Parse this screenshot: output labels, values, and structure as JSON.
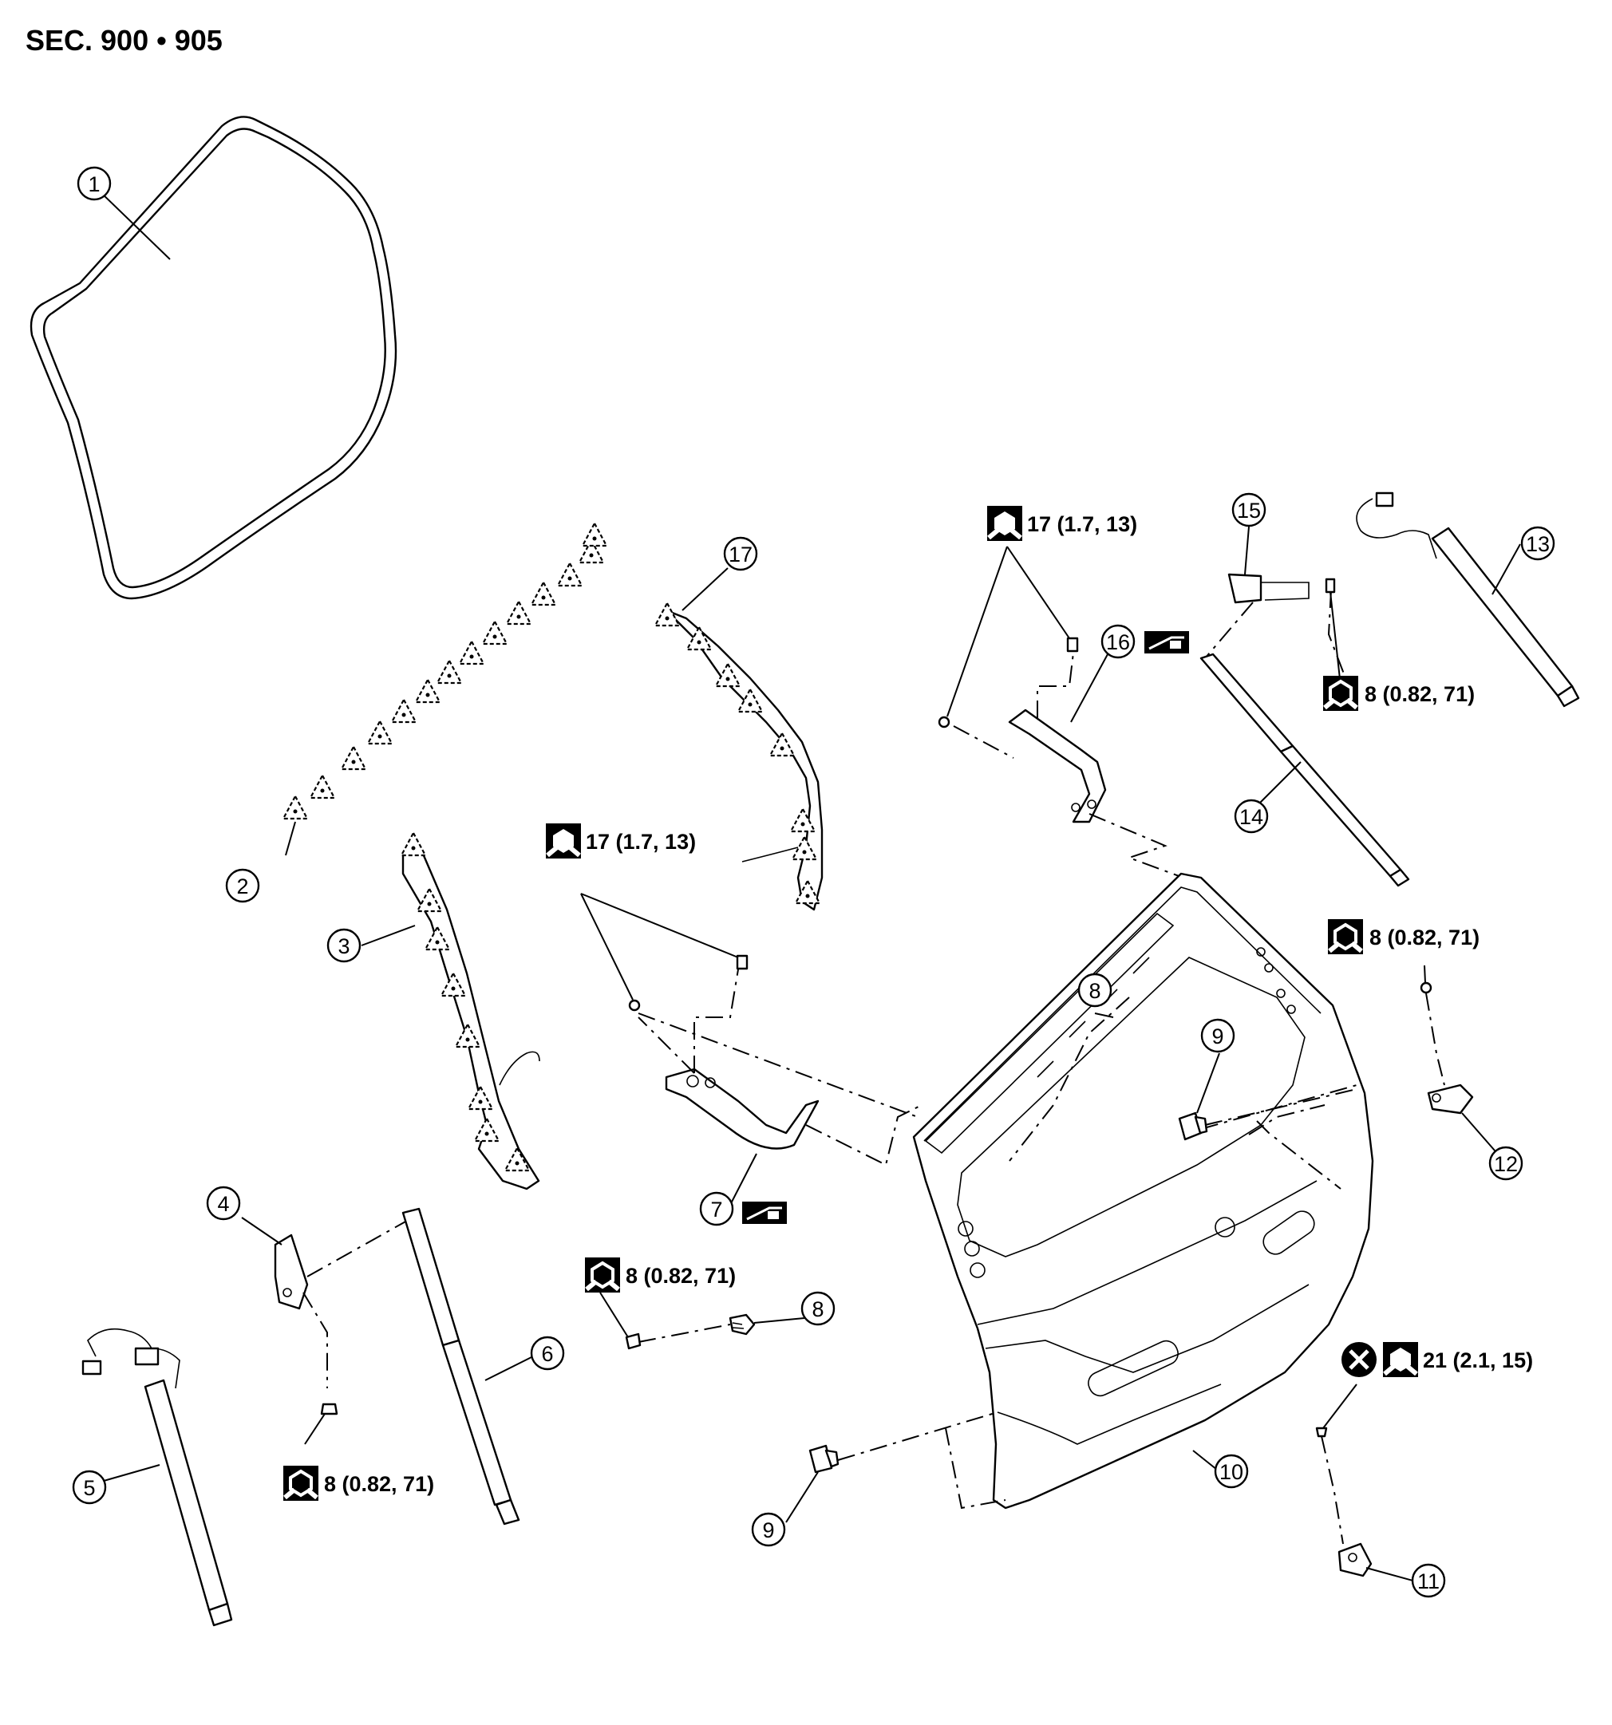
{
  "title": "SEC. 900 • 905",
  "callouts": {
    "c1": "1",
    "c2": "2",
    "c3": "3",
    "c4": "4",
    "c5": "5",
    "c6": "6",
    "c7": "7",
    "c8a": "8",
    "c8b": "8",
    "c9a": "9",
    "c9b": "9",
    "c10": "10",
    "c11": "11",
    "c12": "12",
    "c13": "13",
    "c14": "14",
    "c15": "15",
    "c16": "16",
    "c17": "17"
  },
  "torques": {
    "t17_top": "17 (1.7, 13)",
    "t8_15": "8 (0.82, 71)",
    "t17_mid": "17 (1.7, 13)",
    "t8_12": "8 (0.82, 71)",
    "t8_mid": "8 (0.82, 71)",
    "t8_4": "8 (0.82, 71)",
    "t21_11": "21 (2.1, 15)"
  },
  "icons": [
    "bolt-tighten-icon",
    "nut-tighten-icon",
    "do-not-reuse-icon",
    "body-grease-icon",
    "clip-triangle-icon"
  ]
}
